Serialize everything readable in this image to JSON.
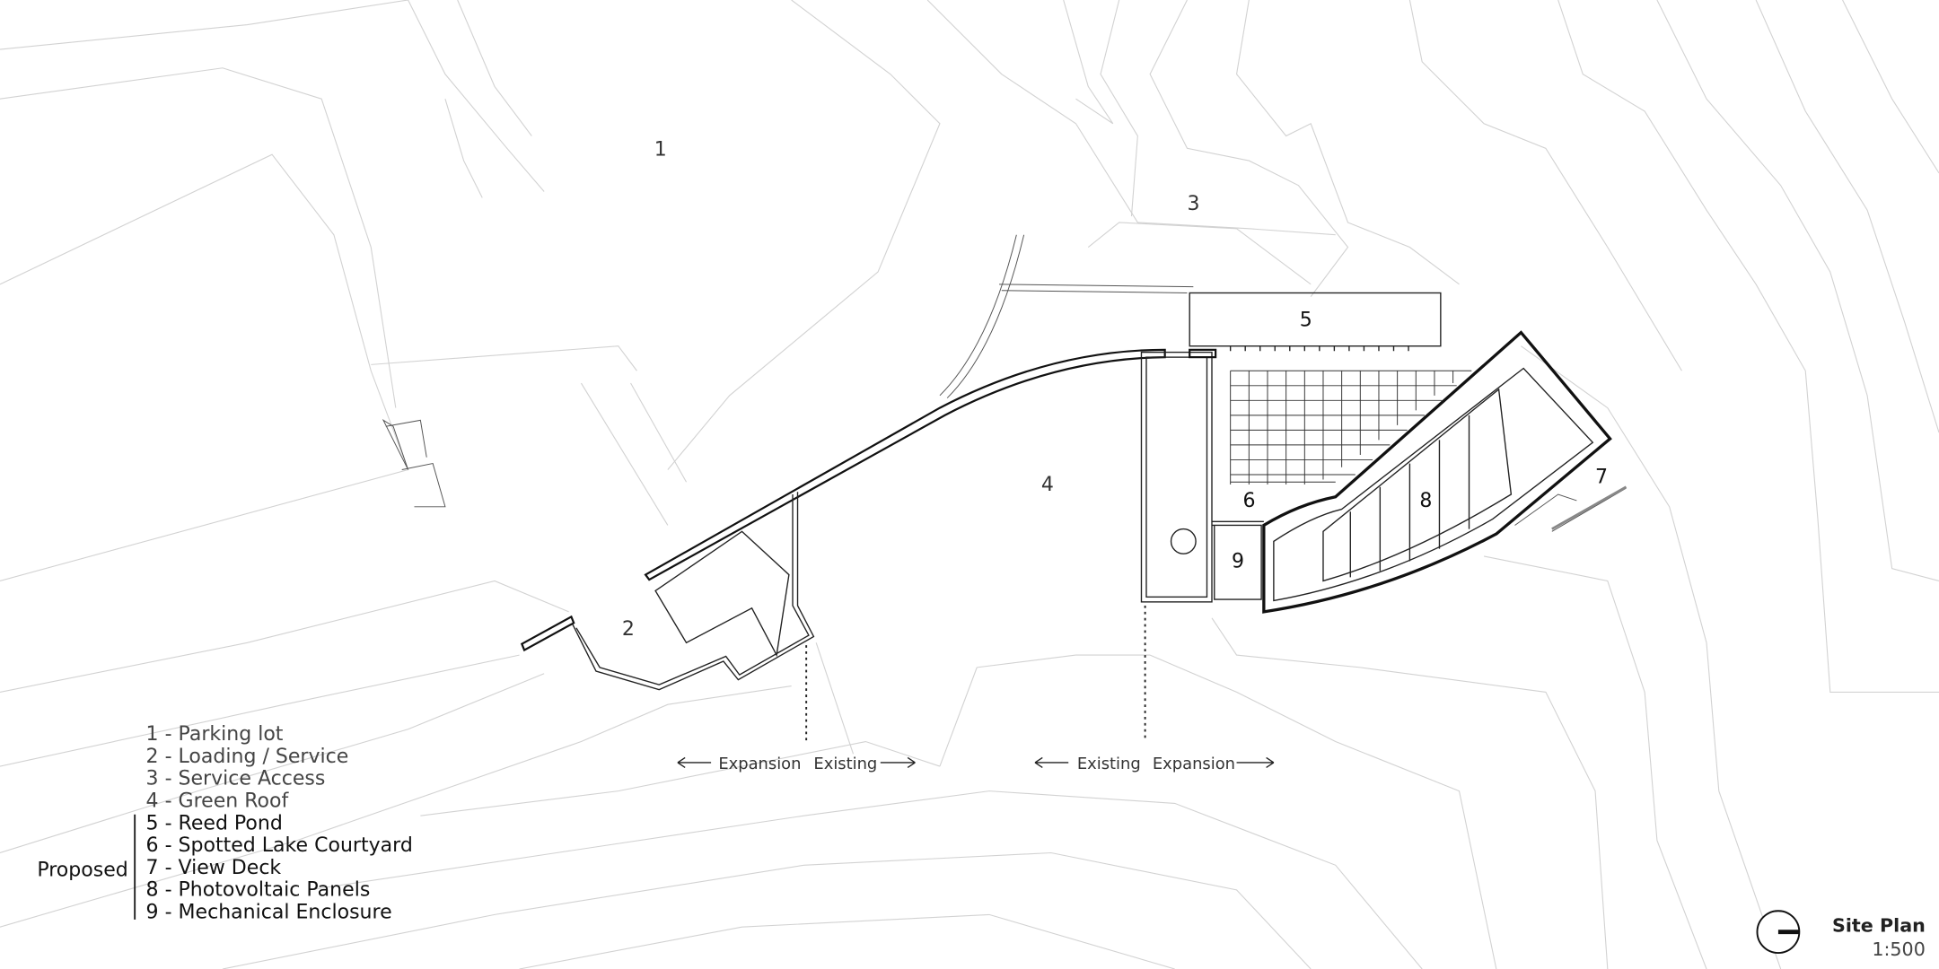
{
  "plan": {
    "zone_labels": [
      "1",
      "2",
      "3",
      "4",
      "5",
      "6",
      "7",
      "8",
      "9"
    ],
    "annotations": {
      "left_expansion": "Expansion",
      "left_existing": "Existing",
      "right_existing": "Existing",
      "right_expansion": "Expansion"
    }
  },
  "legend": {
    "existing_items": [
      "1 - Parking lot",
      "2 - Loading / Service",
      "3 - Service Access",
      "4 - Green Roof"
    ],
    "proposed_label": "Proposed",
    "proposed_items": [
      "5 - Reed Pond",
      "6 - Spotted Lake Courtyard",
      "7 - View Deck",
      "8 - Photovoltaic Panels",
      "9 - Mechanical Enclosure"
    ]
  },
  "title_block": {
    "title": "Site Plan",
    "scale": "1:500",
    "north_icon": "north-arrow-icon"
  }
}
